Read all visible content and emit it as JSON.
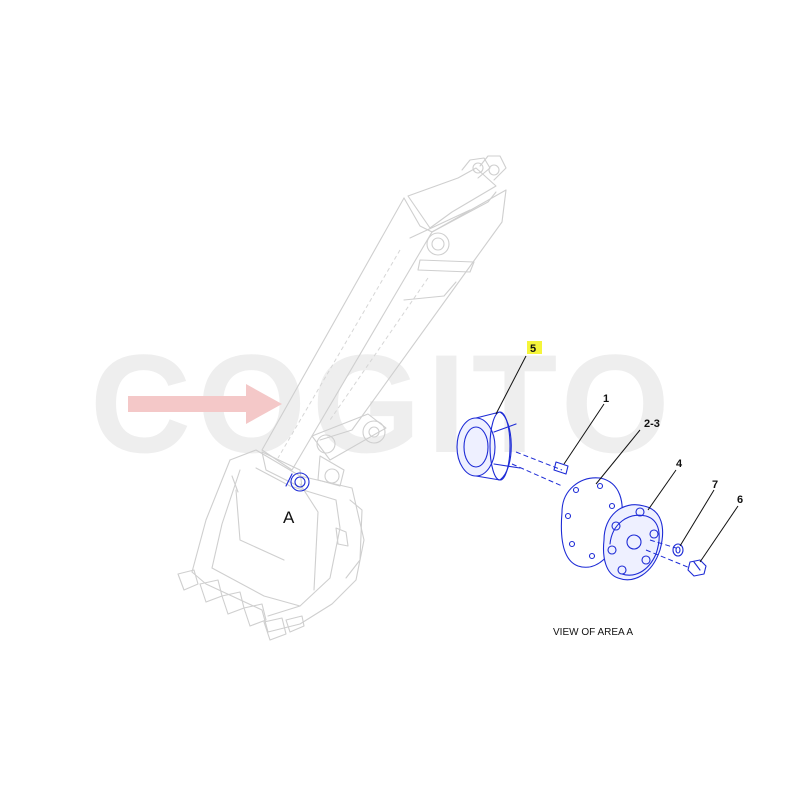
{
  "watermark": {
    "text": "COGITO"
  },
  "area_label": "A",
  "view_caption": "VIEW OF AREA A",
  "callouts": [
    {
      "id": "5",
      "label": "5",
      "highlighted": true
    },
    {
      "id": "1",
      "label": "1",
      "highlighted": false
    },
    {
      "id": "2-3",
      "label": "2-3",
      "highlighted": false
    },
    {
      "id": "4",
      "label": "4",
      "highlighted": false
    },
    {
      "id": "7",
      "label": "7",
      "highlighted": false
    },
    {
      "id": "6",
      "label": "6",
      "highlighted": false
    }
  ],
  "colors": {
    "part_line": "#1d2bd6",
    "machine_line": "#cfcfcf",
    "highlight": "#f5f53a",
    "watermark": "#eeeeee",
    "watermark_arrow": "#f4c8c8"
  }
}
